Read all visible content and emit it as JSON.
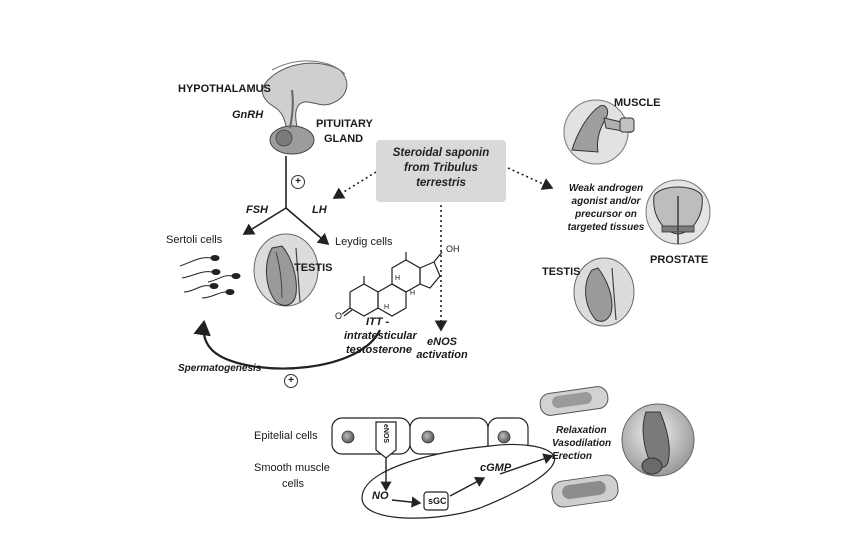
{
  "labels": {
    "hypothalamus": "HYPOTHALAMUS",
    "gnrh": "GnRH",
    "pituitary_line1": "PITUITARY",
    "pituitary_line2": "GLAND",
    "fsh": "FSH",
    "lh": "LH",
    "plus_top": "+",
    "plus_bottom": "+",
    "sertoli": "Sertoli cells",
    "leydig": "Leydig cells",
    "testis_left": "TESTIS",
    "itt_line1": "ITT -",
    "itt_line2": "intratesticular",
    "itt_line3": "testosterone",
    "spermatogenesis": "Spermatogenesis",
    "oh": "OH",
    "oxo": "O",
    "h": "H",
    "muscle": "MUSCLE",
    "weak_line1": "Weak androgen",
    "weak_line2": "agonist and/or",
    "weak_line3": "precursor on",
    "weak_line4": "targeted tissues",
    "prostate": "PROSTATE",
    "testis_right": "TESTIS",
    "enos_line1": "eNOS",
    "enos_line2": "activation",
    "epitelial": "Epitelial cells",
    "smooth_line1": "Smooth muscle",
    "smooth_line2": "cells",
    "enos_tag": "eNOS",
    "no": "NO",
    "sgc": "sGC",
    "cgmp": "cGMP",
    "relaxation": "Relaxation",
    "vasodilation": "Vasodilation",
    "erection": "Erection"
  },
  "center_box": {
    "line1": "Steroidal saponin",
    "line2": "from Tribulus",
    "line3": "terrestris"
  },
  "colors": {
    "box_fill": "#d9d9d9",
    "organ_gray": "#a8a8a8",
    "line": "#222222"
  }
}
